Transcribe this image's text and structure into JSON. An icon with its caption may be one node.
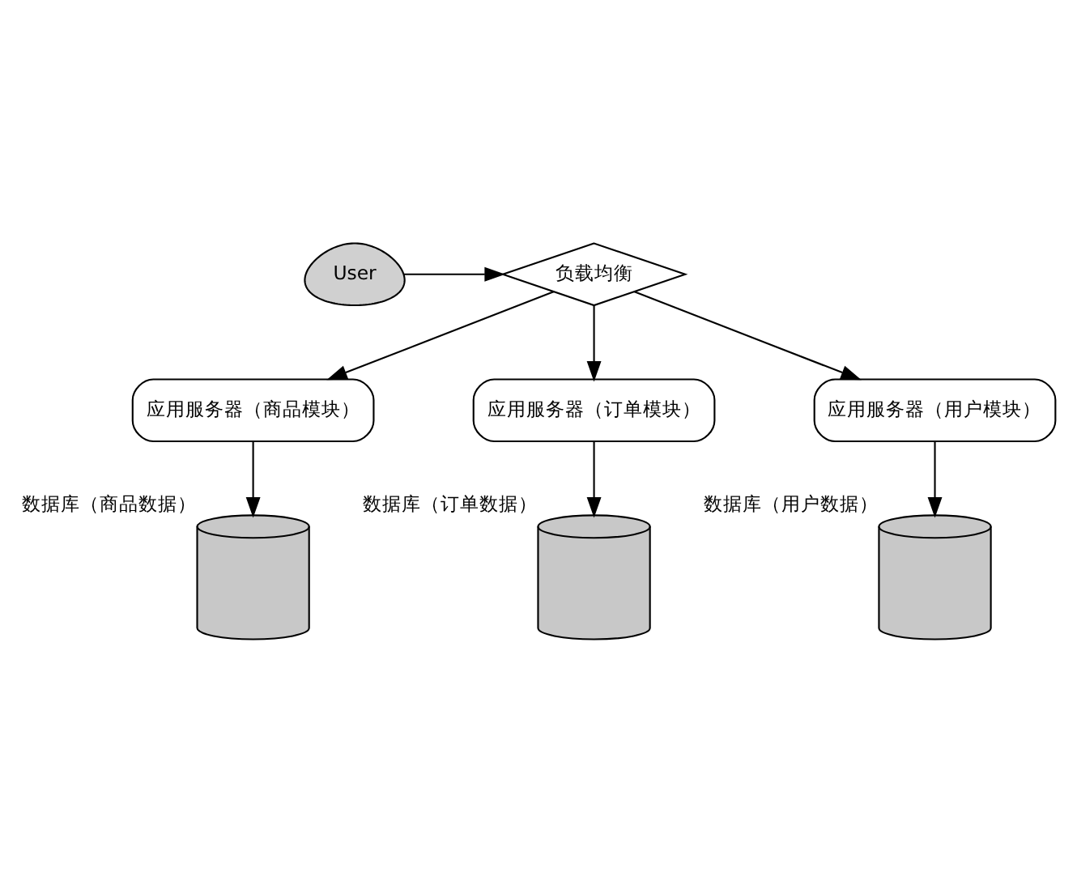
{
  "diagram": {
    "nodes": [
      {
        "text": [
          "User"
        ]
      },
      {
        "text": [
          "负载均衡"
        ]
      },
      {
        "text": [
          "应用服务器（商品模块）"
        ]
      },
      {
        "text": [
          "应用服务器（订单模块）"
        ]
      },
      {
        "text": [
          "应用服务器（用户模块）"
        ]
      },
      {
        "text": [],
        "shape": "cylinder",
        "beside": [
          "数据库（商品数据）"
        ]
      },
      {
        "text": [],
        "shape": "cylinder",
        "beside": [
          "数据库（订单数据）"
        ]
      },
      {
        "text": [],
        "shape": "cylinder",
        "beside": [
          "数据库（用户数据）"
        ]
      }
    ],
    "edges": [
      {
        "from": 0,
        "to": 1,
        "arrow": "to"
      },
      {
        "from": 1,
        "to": 2,
        "arrow": "to"
      },
      {
        "from": 1,
        "to": 3,
        "arrow": "to"
      },
      {
        "from": 1,
        "to": 4,
        "arrow": "to"
      },
      {
        "from": 2,
        "to": 5,
        "arrow": "to"
      },
      {
        "from": 3,
        "to": 6,
        "arrow": "to"
      },
      {
        "from": 4,
        "to": 7,
        "arrow": "to"
      }
    ]
  }
}
